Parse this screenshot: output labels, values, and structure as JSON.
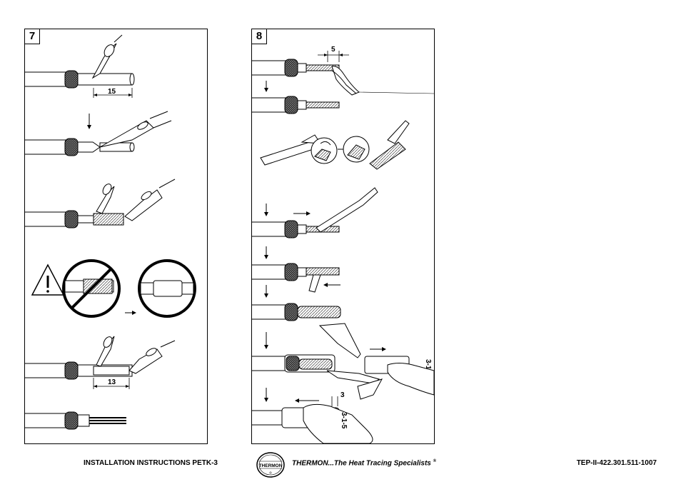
{
  "step7": {
    "number": "7",
    "dim_a": "15",
    "dim_b": "13"
  },
  "step8": {
    "number": "8",
    "dim_a": "5",
    "dim_b": "3",
    "tape_label": "3-1-5"
  },
  "footer": {
    "left": "INSTALLATION INSTRUCTIONS PETK-3",
    "tagline": "THERMON...The Heat Tracing Specialists",
    "tagline_mark": "®",
    "right": "TEP-II-422.301.511-1007",
    "logo_text": "THERMON"
  }
}
